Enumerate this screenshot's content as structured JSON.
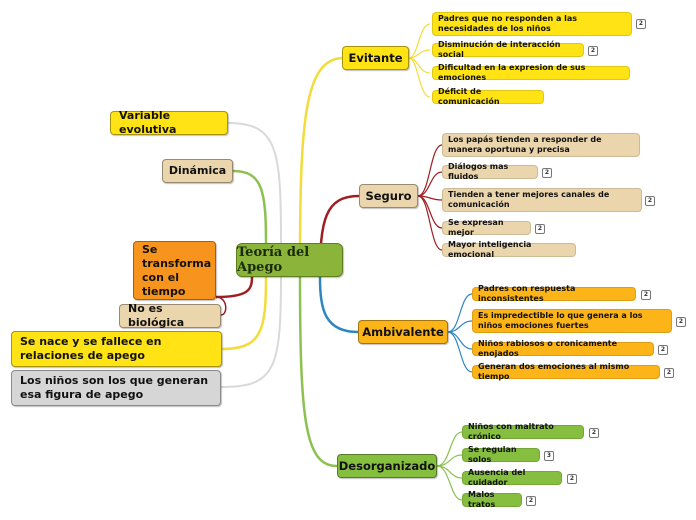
{
  "center": {
    "label": "Teoría del Apego"
  },
  "branches": {
    "evitante": {
      "label": "Evitante",
      "items": [
        {
          "text": "Padres que no responden a las necesidades de los niños",
          "badge": "2"
        },
        {
          "text": "Disminución de interacción social",
          "badge": "2"
        },
        {
          "text": "Dificultad en la expresion de sus emociones",
          "badge": ""
        },
        {
          "text": "Déficit de comunicación",
          "badge": ""
        }
      ]
    },
    "seguro": {
      "label": "Seguro",
      "items": [
        {
          "text": "Los papás tienden a responder de manera oportuna y precisa",
          "badge": ""
        },
        {
          "text": "Diálogos mas fluidos",
          "badge": "2"
        },
        {
          "text": "Tienden a tener mejores canales de comunicación",
          "badge": "2"
        },
        {
          "text": "Se expresan mejor",
          "badge": "2"
        },
        {
          "text": "Mayor inteligencia emocional",
          "badge": ""
        }
      ]
    },
    "ambivalente": {
      "label": "Ambivalente",
      "items": [
        {
          "text": "Padres con respuesta inconsistentes",
          "badge": "2"
        },
        {
          "text": "Es impredectible lo que genera a los niños emociones fuertes",
          "badge": "2"
        },
        {
          "text": "Niños rabiosos o cronicamente enojados",
          "badge": "2"
        },
        {
          "text": "Generan dos emociones al mismo tiempo",
          "badge": "2"
        }
      ]
    },
    "desorganizado": {
      "label": "Desorganizado",
      "items": [
        {
          "text": "Niños con maltrato crónico",
          "badge": "2"
        },
        {
          "text": "Se regulan solos",
          "badge": "3"
        },
        {
          "text": "Ausencia del cuidador",
          "badge": "2"
        },
        {
          "text": "Malos tratos",
          "badge": "2"
        }
      ]
    }
  },
  "left_topics": {
    "variable": "Variable evolutiva",
    "dinamica": "Dinámica",
    "transforma": "Se transforma con el tiempo",
    "no_biologica": "No es biológica",
    "nace": "Se nace y se fallece en relaciones de  apego",
    "ninos": "Los niños son los que generan esa figura de apego"
  },
  "colors": {
    "evitante": "#ffe315",
    "seguro": "#ead5ac",
    "ambivalente": "#fcb418",
    "desorganizado": "#86bf3f",
    "center": "#8bb53a",
    "branch_yellow": "#f2dc3a",
    "branch_red": "#9e1f23",
    "branch_blue": "#2e86c1",
    "branch_green": "#8cc152"
  }
}
